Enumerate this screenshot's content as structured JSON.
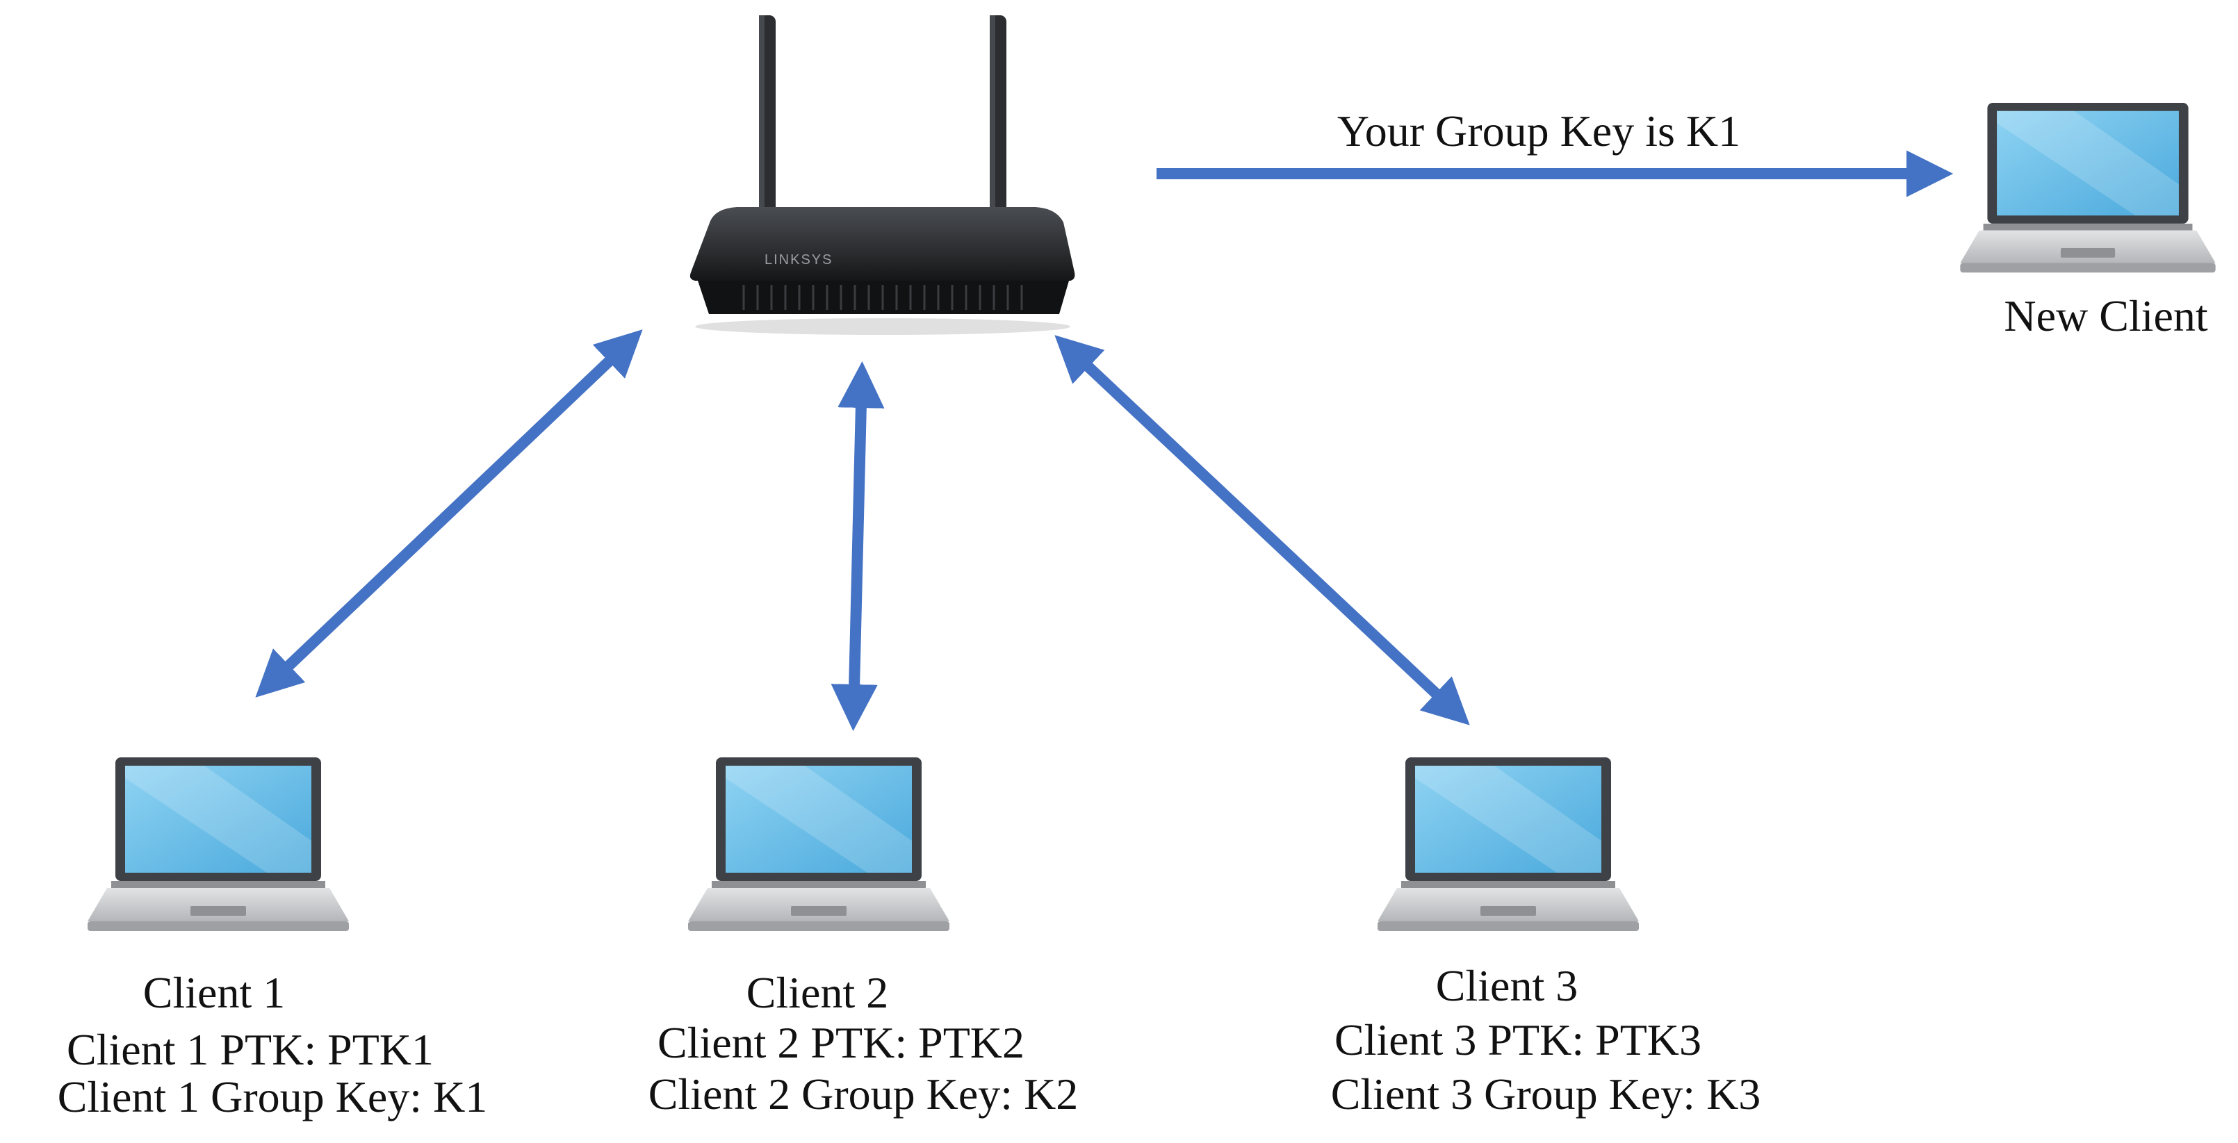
{
  "colors": {
    "arrow": "#4472C4",
    "screen": "#5BB8E6",
    "screen_highlight": "#A7DCF5",
    "bezel": "#3E4246",
    "laptop_base": "#C8CACD",
    "router_body": "#2B2D30"
  },
  "icons": {
    "router": "wireless-router-icon",
    "laptop": "laptop-icon"
  },
  "router": {
    "brand": "LINKSYS"
  },
  "new_client": {
    "message": "Your Group Key is K1",
    "label": "New Client"
  },
  "clients": [
    {
      "title": "Client 1",
      "ptk_line": "Client 1 PTK: PTK1",
      "group_key_line": "Client 1 Group Key: K1"
    },
    {
      "title": "Client 2",
      "ptk_line": "Client 2 PTK: PTK2",
      "group_key_line": "Client 2 Group Key: K2"
    },
    {
      "title": "Client 3",
      "ptk_line": "Client 3 PTK: PTK3",
      "group_key_line": "Client 3 Group Key: K3"
    }
  ]
}
